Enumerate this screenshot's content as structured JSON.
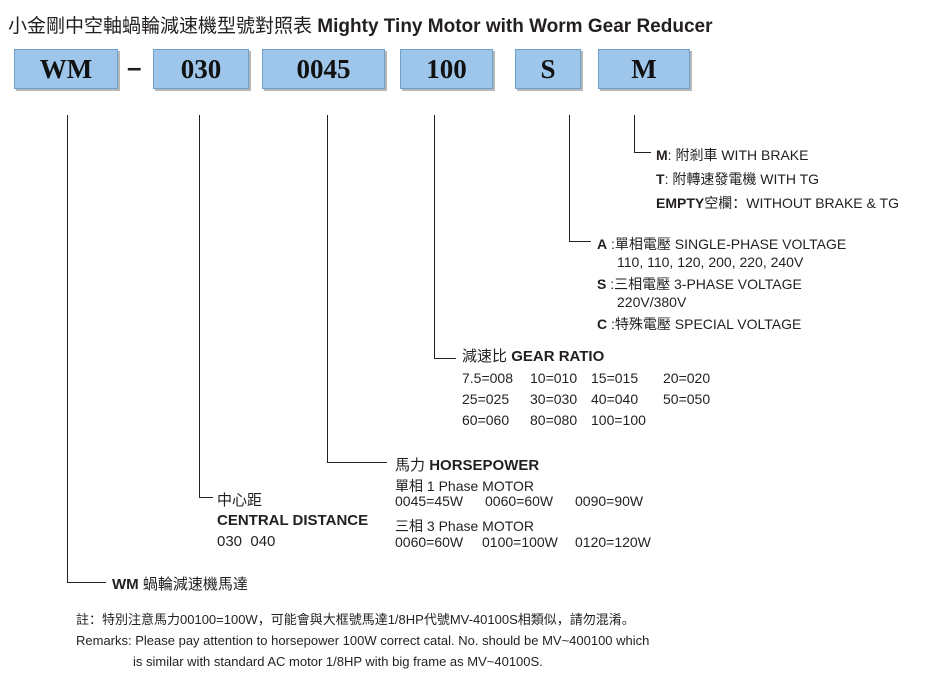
{
  "title": {
    "cjk": "小金剛中空軸蝸輪減速機型號對照表",
    "en": "Mighty Tiny Motor with Worm Gear Reducer"
  },
  "code_boxes": [
    "WM",
    "030",
    "0045",
    "100",
    "S",
    "M"
  ],
  "code_separator": "–",
  "brake": {
    "m_key": "M",
    "m_desc": ": 附剎車 WITH BRAKE",
    "t_key": "T",
    "t_desc": ":  附轉速發電機 WITH TG",
    "empty_key": "EMPTY",
    "empty_desc": "空欄：WITHOUT BRAKE & TG"
  },
  "voltage": {
    "a_key": "A",
    "a_desc": " :單相電壓 SINGLE-PHASE VOLTAGE",
    "a_values": "110, 110, 120, 200, 220, 240V",
    "s_key": "S",
    "s_desc": " :三相電壓 3-PHASE VOLTAGE",
    "s_values": "220V/380V",
    "c_key": "C",
    "c_desc": " :特殊電壓   SPECIAL VOLTAGE"
  },
  "gear_ratio": {
    "label_cjk": "減速比",
    "label_en": "GEAR RATIO",
    "rows": [
      [
        "7.5=008",
        "10=010",
        "15=015",
        "20=020"
      ],
      [
        "25=025",
        "30=030",
        "40=040",
        "50=050"
      ],
      [
        "60=060",
        "80=080",
        "100=100"
      ]
    ]
  },
  "horsepower": {
    "label_cjk": "馬力",
    "label_en": "HORSEPOWER",
    "single_phase": "單相 1 Phase MOTOR",
    "single_values": [
      "0045=45W",
      "0060=60W",
      "0090=90W"
    ],
    "three_phase": "三相 3 Phase MOTOR",
    "three_values": [
      "0060=60W",
      "0100=100W",
      "0120=120W"
    ]
  },
  "central_distance": {
    "label_cjk": "中心距",
    "label_en": "CENTRAL DISTANCE",
    "values": "030  040"
  },
  "wm": {
    "key": "WM",
    "desc": "蝸輪減速機馬達"
  },
  "notes": {
    "cjk": "註：特別注意馬力00100=100W，可能會與大框號馬達1/8HP代號MV-40100S相類似，請勿混淆。",
    "en_line1": "Remarks: Please pay attention to horsepower 100W correct catal. No. should be MV~400100 which",
    "en_line2": "is similar with standard AC motor 1/8HP with big frame as MV~40100S."
  }
}
